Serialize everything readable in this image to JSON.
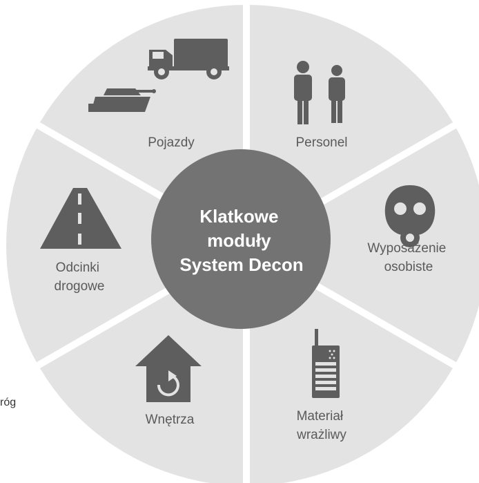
{
  "center": {
    "lines": [
      "Klatkowe",
      "moduły",
      "System Decon"
    ]
  },
  "segments": [
    {
      "label_lines": [
        "Pojazdy"
      ],
      "icons": [
        "truck-icon",
        "tank-icon"
      ]
    },
    {
      "label_lines": [
        "Personel"
      ],
      "icons": [
        "people-icon"
      ]
    },
    {
      "label_lines": [
        "Wyposażenie",
        "osobiste"
      ],
      "icons": [
        "gas-mask-icon"
      ]
    },
    {
      "label_lines": [
        "Materiał",
        "wrażliwy"
      ],
      "icons": [
        "radio-icon"
      ]
    },
    {
      "label_lines": [
        "Wnętrza"
      ],
      "icons": [
        "house-refresh-icon"
      ]
    },
    {
      "label_lines": [
        "Odcinki",
        "drogowe"
      ],
      "icons": [
        "road-icon"
      ]
    }
  ],
  "stray_text": "róg",
  "colors": {
    "segment": "#e3e3e3",
    "center": "#737373",
    "icon": "#5e5e5e",
    "label": "#5a5a5a",
    "divider": "#ffffff"
  }
}
